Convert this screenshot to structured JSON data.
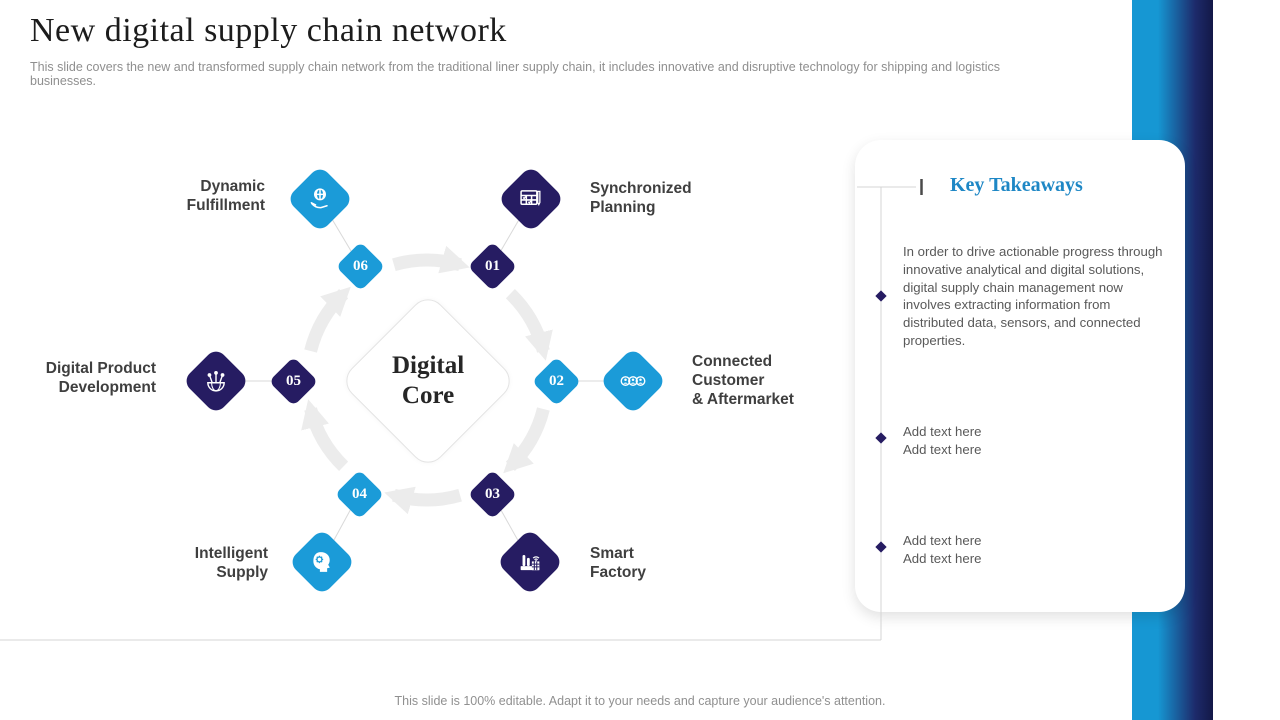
{
  "slide": {
    "title": "New digital supply chain network",
    "subtitle": "This slide covers the new and transformed supply chain network from the traditional liner supply chain, it includes innovative and disruptive technology for shipping and logistics businesses.",
    "footer": "This slide is 100% editable. Adapt it to your needs and capture your audience's attention."
  },
  "diagram": {
    "center_label": "Digital\nCore",
    "nodes": [
      {
        "number": "01",
        "label": "Synchronized\nPlanning",
        "icon": "calendar-planning-icon",
        "color": "#261c62"
      },
      {
        "number": "02",
        "label": "Connected\nCustomer\n& Aftermarket",
        "icon": "connected-customers-icon",
        "color": "#1b9bd8"
      },
      {
        "number": "03",
        "label": "Smart\nFactory",
        "icon": "smart-factory-icon",
        "color": "#261c62"
      },
      {
        "number": "04",
        "label": "Intelligent\nSupply",
        "icon": "head-gear-icon",
        "color": "#1b9bd8"
      },
      {
        "number": "05",
        "label": "Digital Product\nDevelopment",
        "icon": "network-globe-icon",
        "color": "#261c62"
      },
      {
        "number": "06",
        "label": "Dynamic\nFulfillment",
        "icon": "globe-hand-icon",
        "color": "#1b9bd8"
      }
    ]
  },
  "takeaways": {
    "title": "Key Takeaways",
    "bullets": [
      {
        "text": "In order to drive actionable progress through innovative analytical and digital solutions, digital supply chain management now involves extracting information from distributed data, sensors, and connected properties."
      },
      {
        "text": "Add text here\nAdd text here"
      },
      {
        "text": "Add text here\nAdd text here"
      }
    ]
  },
  "colors": {
    "accent_teal": "#1b9bd8",
    "accent_navy": "#261c62",
    "takeaways_heading": "#1e87c5",
    "arrow_gray": "#ececec",
    "sidebar_gradient_start": "#1697d3",
    "sidebar_gradient_end": "#131847"
  }
}
